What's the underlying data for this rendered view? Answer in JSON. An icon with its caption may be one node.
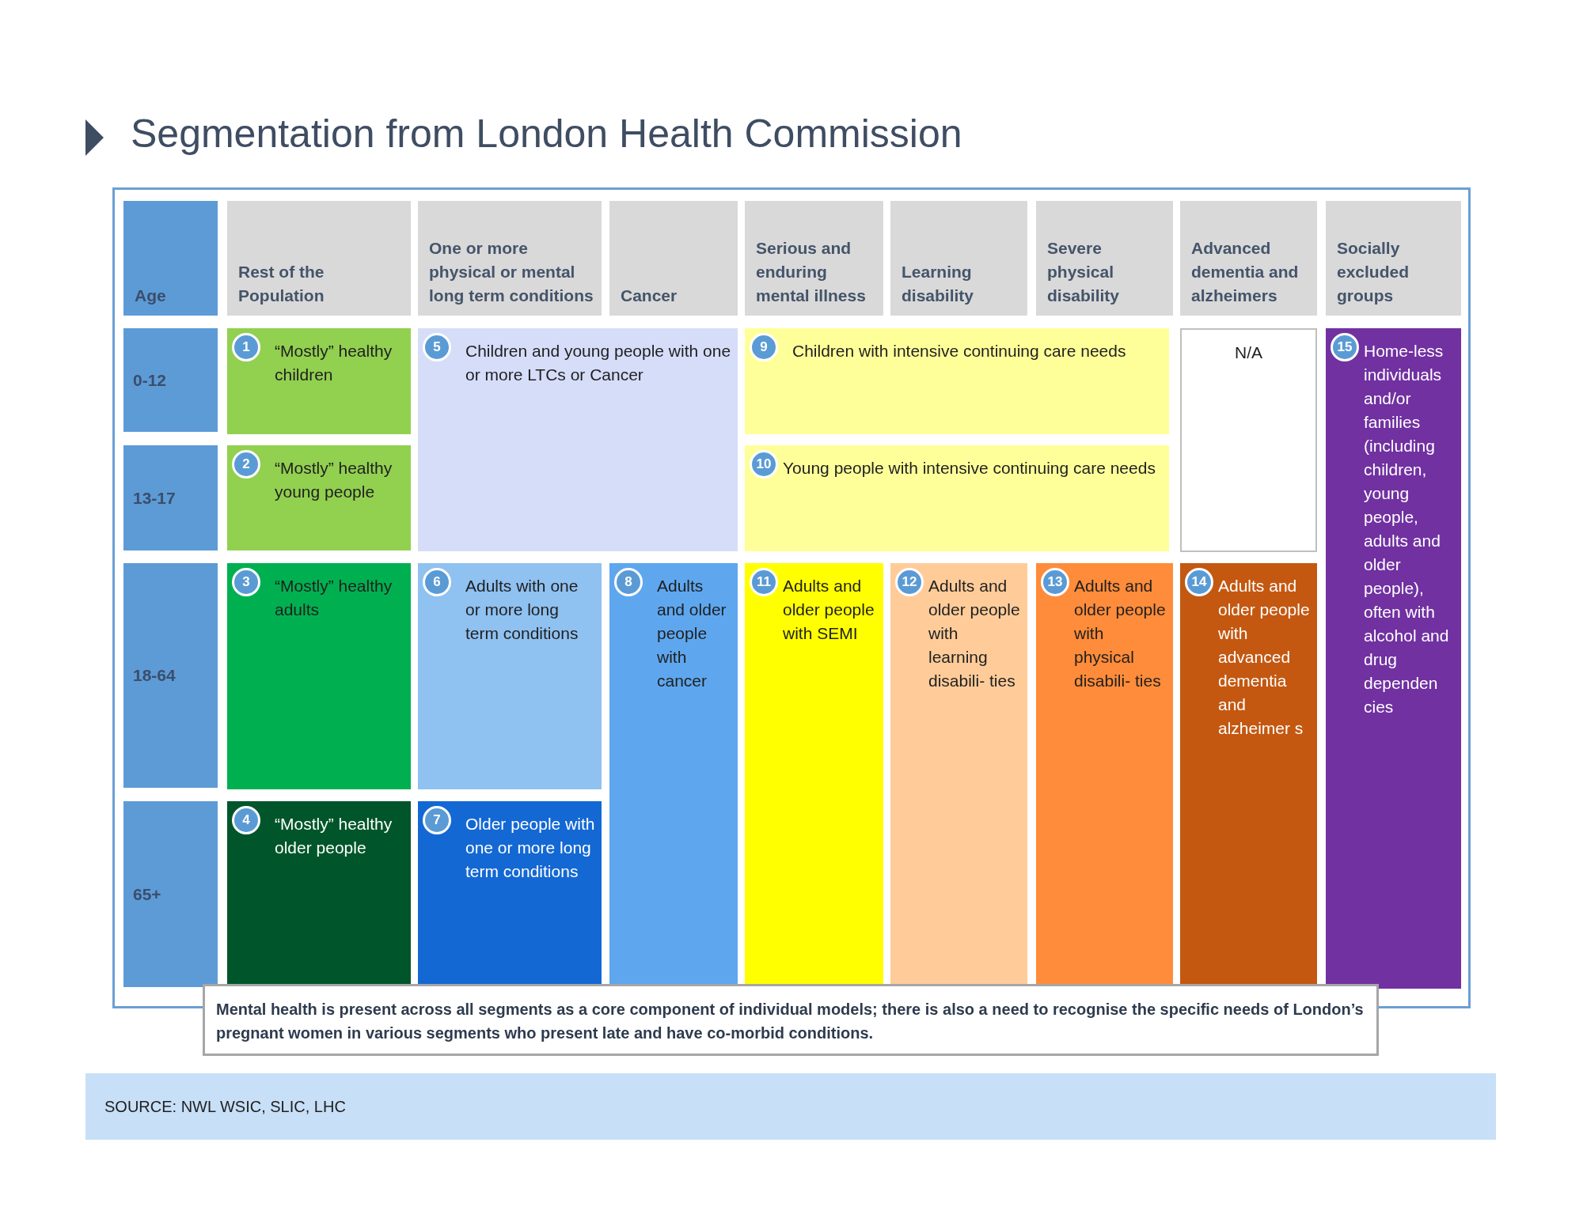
{
  "diagram": {
    "title": "Segmentation from London Health Commission",
    "nodes": [
      {
        "text": [
          "Age"
        ]
      },
      {
        "text": [
          "Rest of the Population"
        ]
      },
      {
        "text": [
          "One or more physical or mental long term conditions"
        ]
      },
      {
        "text": [
          "Cancer"
        ]
      },
      {
        "text": [
          "Serious and enduring mental illness"
        ]
      },
      {
        "text": [
          "Learning disability"
        ]
      },
      {
        "text": [
          "Severe physical disability"
        ]
      },
      {
        "text": [
          "Advanced dementia and alzheimers"
        ]
      },
      {
        "text": [
          "Socially excluded groups"
        ]
      },
      {
        "text": [
          "0-12"
        ]
      },
      {
        "text": [
          "1",
          "“Mostly” healthy children"
        ]
      },
      {
        "text": [
          "5",
          "Children and young people with one or more LTCs or Cancer"
        ]
      },
      {
        "text": [
          "9",
          "Children with intensive continuing care needs"
        ]
      },
      {
        "text": [
          "N/A"
        ]
      },
      {
        "text": [
          "15",
          "Home-less individuals and/or families (including children, young people, adults and older people), often with alcohol and drug dependen cies"
        ]
      },
      {
        "text": [
          "13-17"
        ]
      },
      {
        "text": [
          "2",
          "“Mostly” healthy young people"
        ]
      },
      {
        "text": [
          "10",
          "Young people with intensive continuing care needs"
        ]
      },
      {
        "text": [
          "18-64"
        ]
      },
      {
        "text": [
          "3",
          "“Mostly” healthy adults"
        ]
      },
      {
        "text": [
          "6",
          "Adults with one or more long term conditions"
        ]
      },
      {
        "text": [
          "8",
          "Adults and older people with cancer"
        ]
      },
      {
        "text": [
          "11",
          "Adults and older people with SEMI"
        ]
      },
      {
        "text": [
          "12",
          "Adults and older people with learning disabili- ties"
        ]
      },
      {
        "text": [
          "13",
          "Adults and older people with physical disabili- ties"
        ]
      },
      {
        "text": [
          "14",
          "Adults and older people with advanced dementia and alzheimer s"
        ]
      },
      {
        "text": [
          "65+"
        ]
      },
      {
        "text": [
          "4",
          "“Mostly” healthy older people"
        ]
      },
      {
        "text": [
          "7",
          "Older people with one or more long term conditions"
        ]
      },
      {
        "text": [
          "Mental health is present across all segments as a core component of individual models; there is also a need to recognise the specific needs of London’s pregnant women in various segments who present late and have co-morbid conditions."
        ]
      },
      {
        "text": [
          "SOURCE: NWL WSIC, SLIC, LHC"
        ]
      }
    ]
  }
}
